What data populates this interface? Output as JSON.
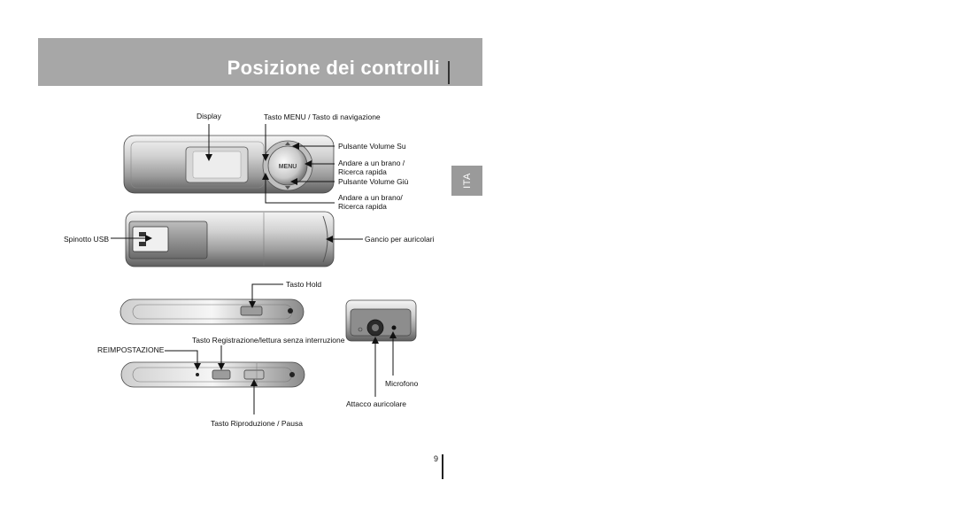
{
  "header": {
    "title": "Posizione dei controlli"
  },
  "side_tab": {
    "label": "ITA"
  },
  "page_number": "9",
  "labels": {
    "display": "Display",
    "menu_nav": "Tasto MENU / Tasto di navigazione",
    "vol_up": "Pulsante Volume Su",
    "next_line1": "Andare a un brano /",
    "next_line2": "Ricerca rapida",
    "vol_down": "Pulsante Volume Giù",
    "prev_line1": "Andare a un brano/",
    "prev_line2": "Ricerca rapida",
    "usb": "Spinotto USB",
    "earphone_hook": "Gancio per auricolari",
    "hold": "Tasto Hold",
    "record": "Tasto Registrazione/lettura senza interruzione",
    "reset": "REIMPOSTAZIONE",
    "mic": "Microfono",
    "earphone_jack": "Attacco auricolare",
    "play_pause": "Tasto Riproduzione / Pausa"
  },
  "device": {
    "menu_text": "MENU"
  }
}
